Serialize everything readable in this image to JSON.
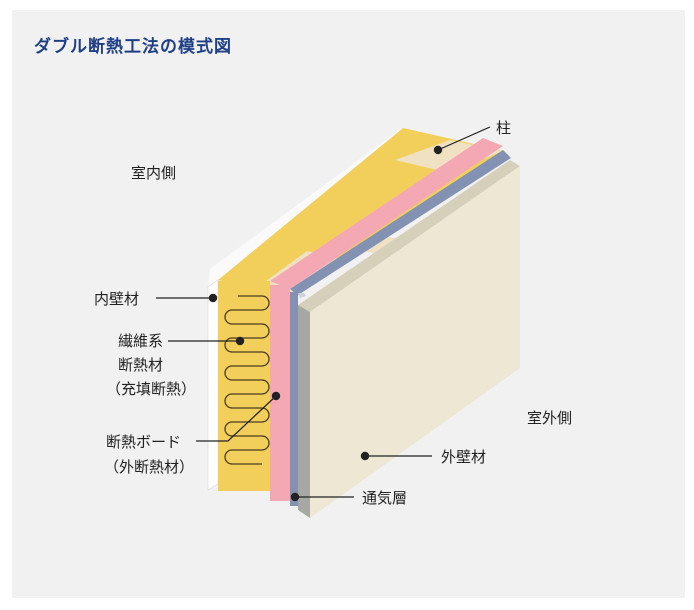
{
  "title": "ダブル断熱工法の模式図",
  "labels": {
    "pillar": "柱",
    "interior_side": "室内側",
    "exterior_side": "室外側",
    "inner_wall": "内壁材",
    "fiber_insulation": [
      "繊維系",
      "断熱材",
      "（充填断熱）"
    ],
    "board_insulation": [
      "断熱ボード",
      "（外断熱材）"
    ],
    "outer_wall": "外壁材",
    "air_layer": "通気層"
  },
  "colors": {
    "title": "#1e3f86",
    "fiber_insulation": "#f2cf5b",
    "pillar": "#efe1c2",
    "board_insulation": "#f4a8b4",
    "air_layer": "#8391b3",
    "outer_wall": "#ede7d3",
    "background": "#f1f1f1"
  }
}
